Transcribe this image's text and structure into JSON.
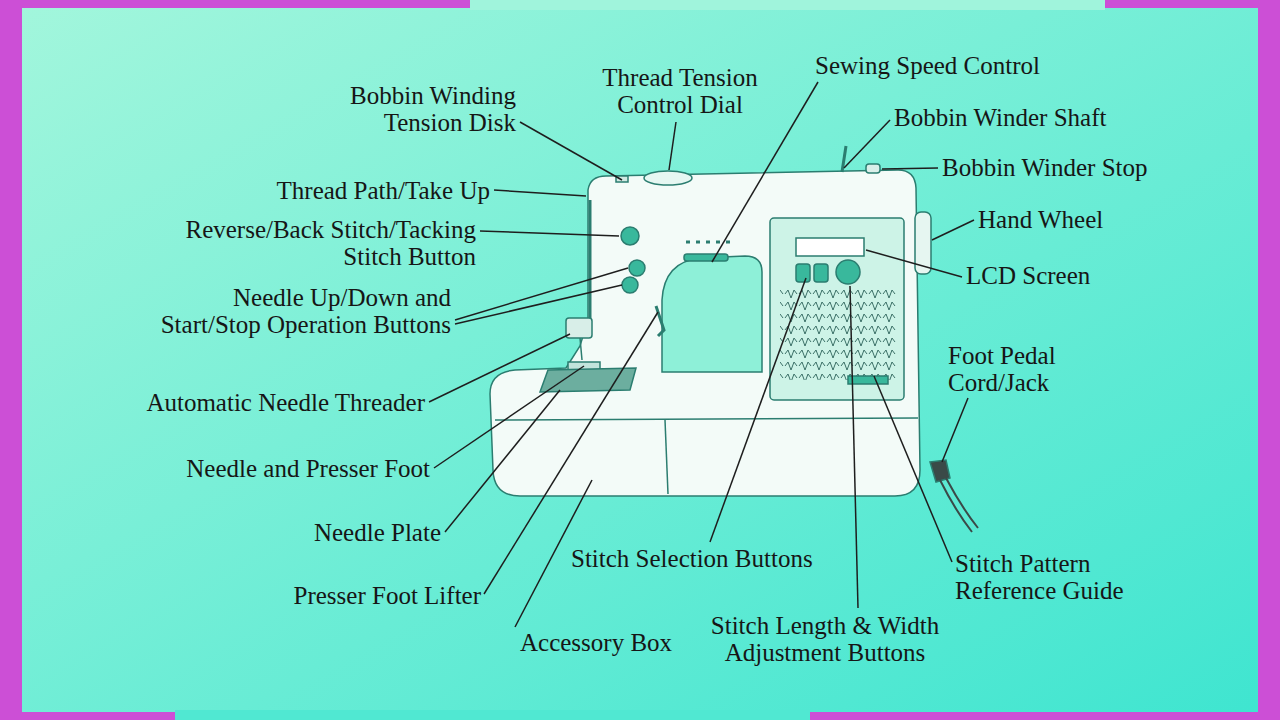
{
  "diagram": {
    "labels": [
      "Bobbin Winding Tension Disk",
      "Thread Tension Control Dial",
      "Sewing Speed Control",
      "Bobbin Winder Shaft",
      "Bobbin Winder Stop",
      "Thread Path/Take Up",
      "Reverse/Back Stitch/Tacking Stitch Button",
      "Hand Wheel",
      "LCD Screen",
      "Needle Up/Down and Start/Stop Operation Buttons",
      "Foot Pedal Cord/Jack",
      "Automatic Needle Threader",
      "Needle and Presser Foot",
      "Needle Plate",
      "Stitch Selection Buttons",
      "Stitch Pattern Reference Guide",
      "Presser Foot Lifter",
      "Accessory Box",
      "Stitch Length & Width Adjustment Buttons"
    ]
  }
}
